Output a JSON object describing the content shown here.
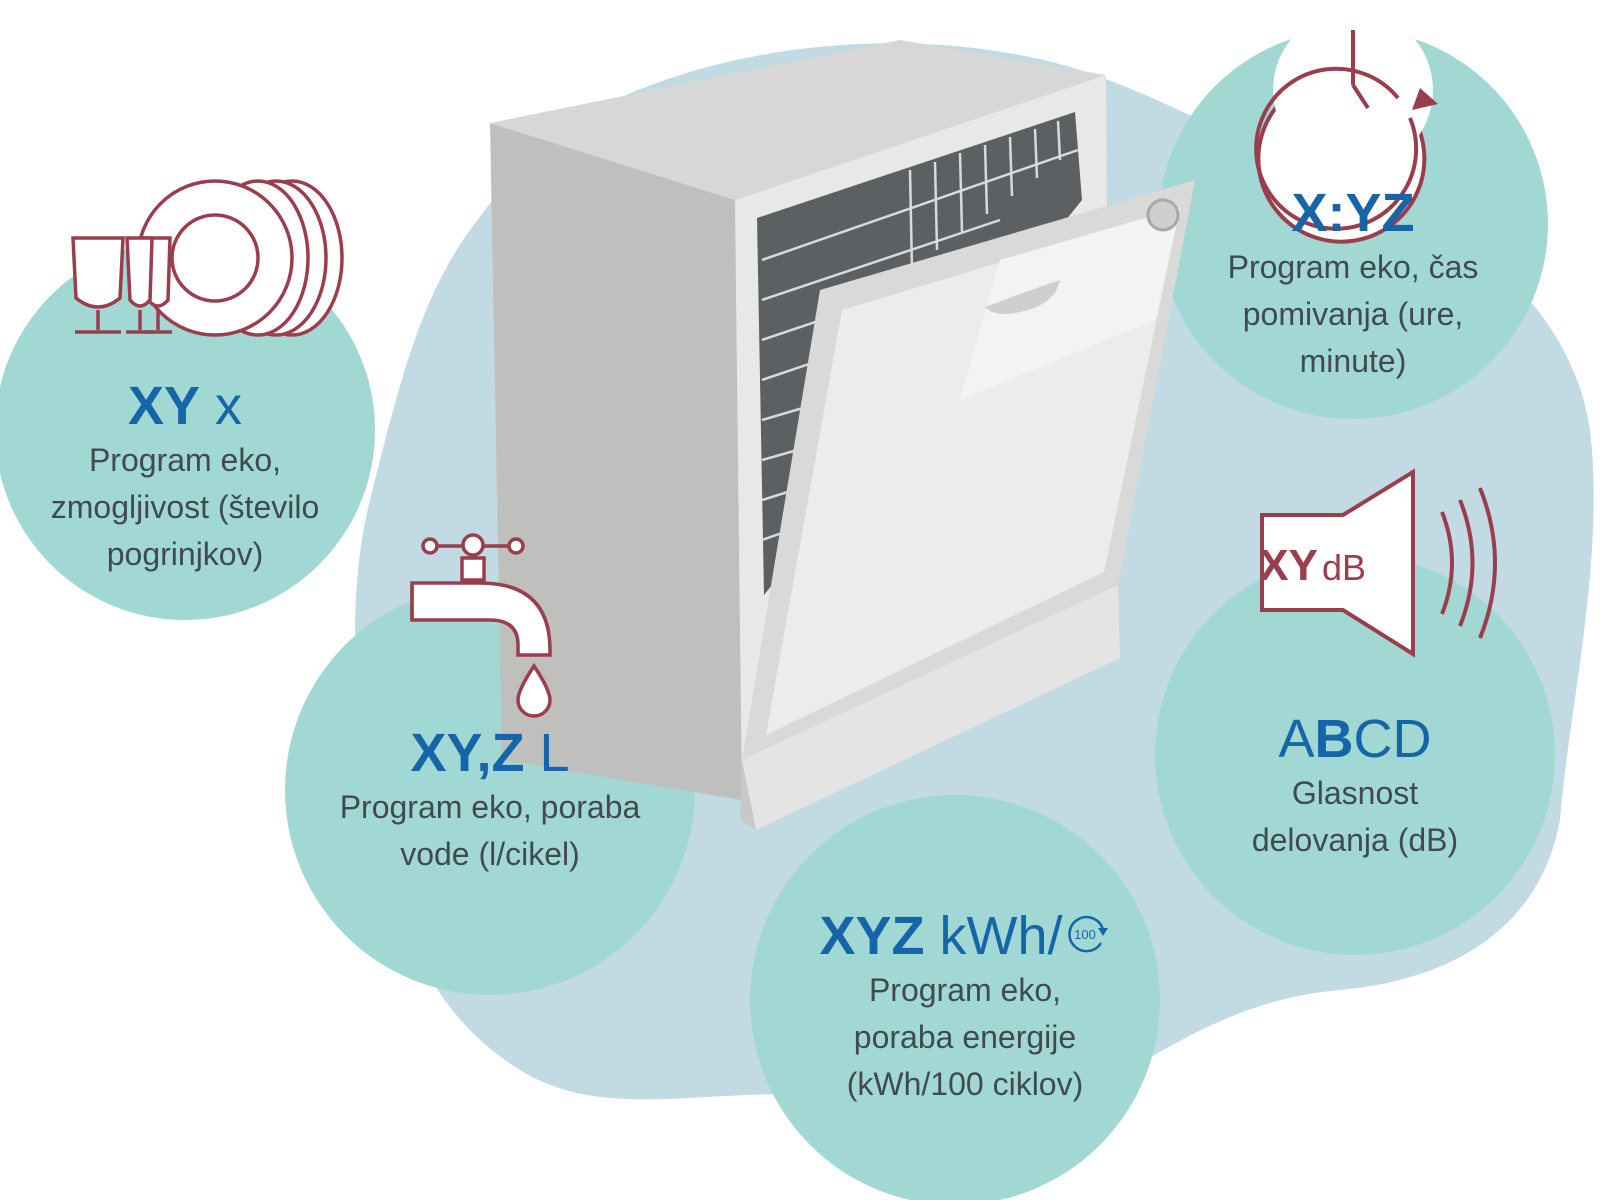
{
  "colors": {
    "background_blob": "#c2dae4",
    "circle": "#a2d8d4",
    "value_text": "#1565a8",
    "icon_stroke": "#9a3d4c",
    "desc_text": "#404a52"
  },
  "items": [
    {
      "id": "capacity",
      "icon": "dishes-icon",
      "value": "XY",
      "unit": "x",
      "description_lines": [
        "Program eko,",
        "zmogljivost (število",
        "pogrinjkov)"
      ]
    },
    {
      "id": "duration",
      "icon": "clock-icon",
      "value": "X:YZ",
      "unit": "",
      "description_lines": [
        "Program eko, čas",
        "pomivanja (ure,",
        "minute)"
      ]
    },
    {
      "id": "water",
      "icon": "water-tap-icon",
      "value": "XY,Z",
      "unit": "L",
      "description_lines": [
        "Program eko, poraba",
        "vode (l/cikel)"
      ]
    },
    {
      "id": "noise",
      "icon": "speaker-icon",
      "icon_text_value": "XY",
      "icon_text_unit": "dB",
      "class_letters": [
        "A",
        "B",
        "C",
        "D"
      ],
      "highlighted_letter": "B",
      "description_lines": [
        "Glasnost",
        "delovanja (dB)"
      ]
    },
    {
      "id": "energy",
      "icon": "cycle-100-icon",
      "value": "XYZ",
      "unit": "kWh/",
      "cycle_label": "100",
      "description_lines": [
        "Program eko,",
        "poraba energije",
        "(kWh/100 ciklov)"
      ]
    }
  ]
}
